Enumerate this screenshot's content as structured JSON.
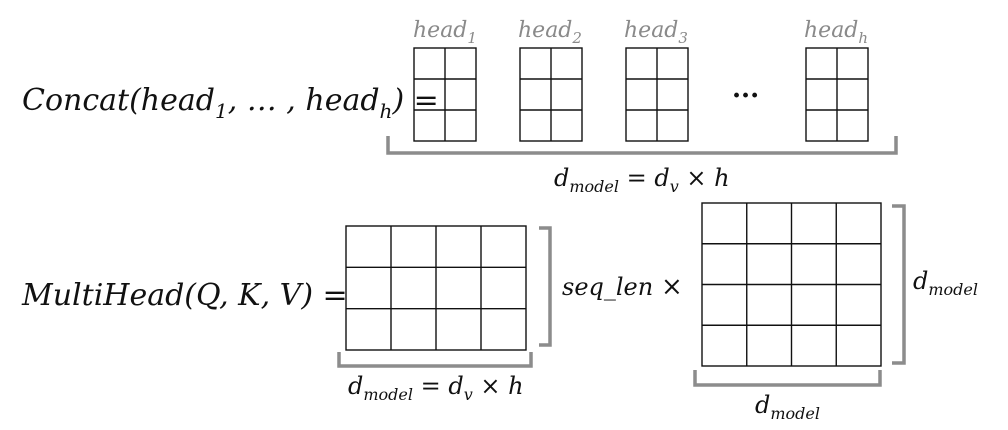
{
  "concat": {
    "lhs": {
      "pre": "Concat(head",
      "sub1": "1",
      "mid": ", … , head",
      "sub2": "h",
      "post": ") ="
    },
    "ellipsis": "···",
    "heads": [
      {
        "base": "head",
        "sub": "1"
      },
      {
        "base": "head",
        "sub": "2"
      },
      {
        "base": "head",
        "sub": "3"
      },
      {
        "base": "head",
        "sub": "h"
      }
    ],
    "grid_rows": 3,
    "grid_cols": 2,
    "brace_label": {
      "d": "d",
      "dsub": "model",
      "eq": " = d",
      "vsub": "v",
      "tail": " × h"
    }
  },
  "multihead": {
    "lhs": "MultiHead(Q, K, V) =",
    "left_matrix": {
      "rows": 3,
      "cols": 4
    },
    "right_matrix": {
      "rows": 4,
      "cols": 4
    },
    "seq_len": "seq_len",
    "times": "×",
    "left_bottom": {
      "d": "d",
      "dsub": "model",
      "eq": " = d",
      "vsub": "v",
      "tail": " × h"
    },
    "right_side": {
      "d": "d",
      "dsub": "model"
    },
    "right_bottom": {
      "d": "d",
      "dsub": "model"
    }
  },
  "colors": {
    "brace": "#8c8c8c",
    "head_label": "#8a8a8a",
    "line": "#111111"
  }
}
